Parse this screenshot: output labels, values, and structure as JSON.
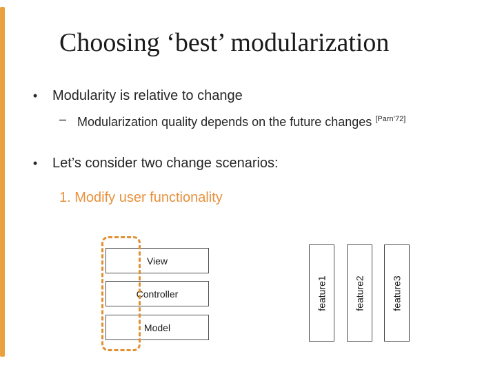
{
  "slide": {
    "title": "Choosing ‘best’ modularization",
    "content": {
      "bullet1": {
        "marker": "•",
        "text": "Modularity is relative to change"
      },
      "bullet1_sub": {
        "marker": "–",
        "text": "Modularization quality depends on the future changes",
        "citation": "[Parn’72]"
      },
      "bullet2": {
        "marker": "•",
        "text": "Let’s consider two change scenarios:"
      },
      "scenario1": "1. Modify user functionality"
    },
    "diagram": {
      "mvc_boxes": [
        "View",
        "Controller",
        "Model"
      ],
      "feature_boxes": [
        "feature1",
        "feature2",
        "feature3"
      ]
    },
    "colors": {
      "accent_bar_orange": "#E9A13E",
      "scenario_text_orange": "#E8913C",
      "dashed_frame_orange": "#E0902F",
      "box_border_gray": "#4D4D4D",
      "body_text": "#262626"
    }
  }
}
